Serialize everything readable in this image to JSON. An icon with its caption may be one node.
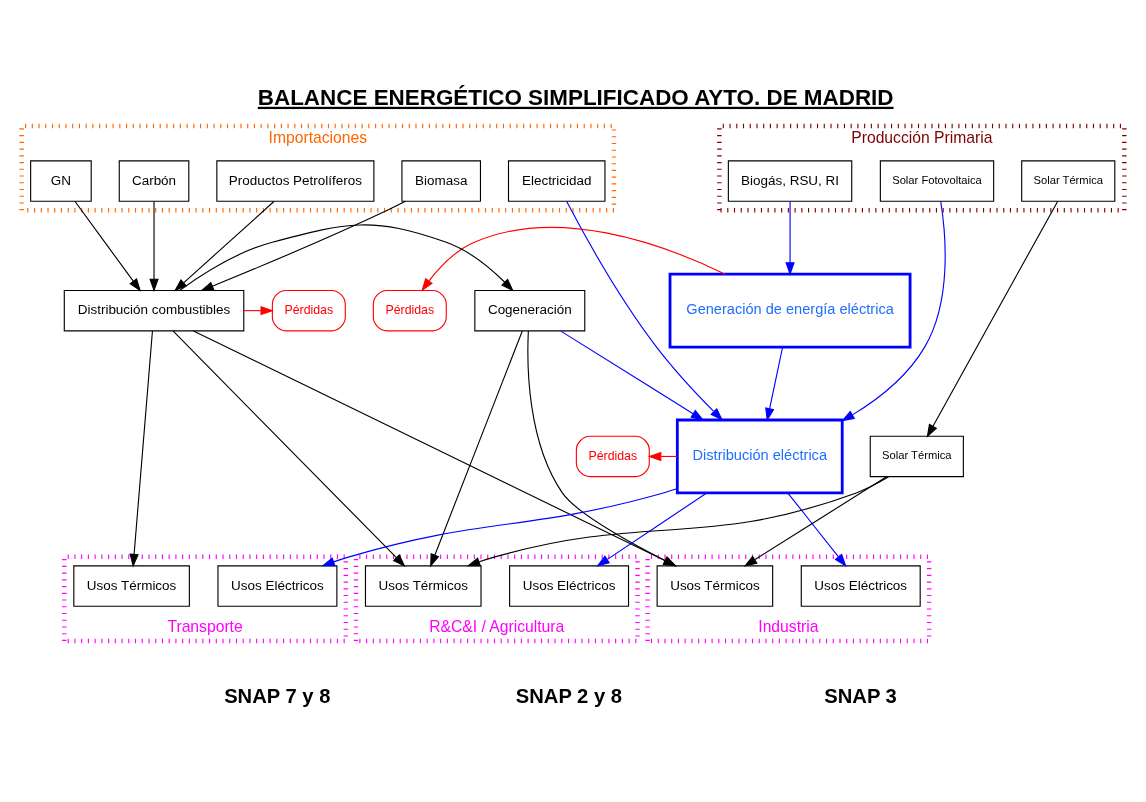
{
  "diagram": {
    "title": "BALANCE ENERGÉTICO SIMPLIFICADO AYTO. DE MADRID",
    "nodes": [
      {
        "text": [
          "Producción Primaria"
        ]
      },
      {
        "text": [
          "Biogás, RSU, RI"
        ],
        "in": 0
      },
      {
        "text": [
          "Solar Fotovoltaica"
        ],
        "in": 0
      },
      {
        "text": [
          "Solar Térmica"
        ],
        "in": 0
      },
      {
        "text": [
          "Importaciones"
        ]
      },
      {
        "text": [
          "Electricidad"
        ],
        "in": 4
      },
      {
        "text": [
          "Carbón"
        ],
        "in": 4
      },
      {
        "text": [
          "GN"
        ],
        "in": 4
      },
      {
        "text": [
          "Biomasa"
        ],
        "in": 4
      },
      {
        "text": [
          "Productos Petrolíferos"
        ],
        "in": 4
      },
      {
        "text": [
          "Pérdidas"
        ]
      },
      {
        "text": [
          "Generación de energía eléctrica"
        ]
      },
      {
        "text": [
          "Cogeneración"
        ]
      },
      {
        "text": [
          "Distribución combustibles"
        ]
      },
      {
        "text": [
          "Pérdidas"
        ]
      },
      {
        "text": [
          "Pérdidas"
        ]
      },
      {
        "text": [
          "Distribución eléctrica"
        ]
      },
      {
        "text": [
          "Solar Térmica"
        ]
      },
      {
        "text": [
          "Transporte"
        ]
      },
      {
        "text": [
          "Usos Eléctricos"
        ],
        "in": 18
      },
      {
        "text": [
          "Usos Térmicos"
        ],
        "in": 18
      },
      {
        "text": [
          "Industria"
        ]
      },
      {
        "text": [
          "Usos Eléctricos"
        ],
        "in": 21
      },
      {
        "text": [
          "Usos Térmicos"
        ],
        "in": 21
      },
      {
        "text": [
          "R&C&I / Agricultura"
        ]
      },
      {
        "text": [
          "Usos Eléctricos"
        ],
        "in": 24
      },
      {
        "text": [
          "Usos Térmicos"
        ],
        "in": 24
      }
    ],
    "edges": [
      {
        "from": 1,
        "to": 11,
        "arrow": "to",
        "color": "#0000ff"
      },
      {
        "from": 11,
        "to": 10,
        "arrow": "to",
        "color": "#ff0000"
      },
      {
        "from": 11,
        "to": 16,
        "arrow": "to",
        "color": "#0000ff"
      },
      {
        "from": 2,
        "to": 16,
        "arrow": "to",
        "color": "#0000ff"
      },
      {
        "from": 5,
        "to": 16,
        "arrow": "to",
        "color": "#0000ff"
      },
      {
        "from": 12,
        "to": 16,
        "arrow": "to",
        "color": "#0000ff"
      },
      {
        "from": 3,
        "to": 17,
        "arrow": "to"
      },
      {
        "from": 6,
        "to": 13,
        "arrow": "to"
      },
      {
        "from": 7,
        "to": 13,
        "arrow": "to"
      },
      {
        "from": 8,
        "to": 13,
        "arrow": "to"
      },
      {
        "from": 9,
        "to": 13,
        "arrow": "to"
      },
      {
        "from": 13,
        "to": 12,
        "arrow": "to"
      },
      {
        "from": 13,
        "to": 14,
        "arrow": "to",
        "color": "#ff0000"
      },
      {
        "from": 16,
        "to": 15,
        "arrow": "to",
        "color": "#ff0000"
      },
      {
        "from": 16,
        "to": 19,
        "arrow": "to",
        "color": "#0000ff"
      },
      {
        "from": 16,
        "to": 22,
        "arrow": "to",
        "color": "#0000ff"
      },
      {
        "from": 16,
        "to": 25,
        "arrow": "to",
        "color": "#0000ff"
      },
      {
        "from": 12,
        "to": 23,
        "arrow": "to"
      },
      {
        "from": 12,
        "to": 26,
        "arrow": "to"
      },
      {
        "from": 13,
        "to": 20,
        "arrow": "to"
      },
      {
        "from": 13,
        "to": 23,
        "arrow": "to"
      },
      {
        "from": 13,
        "to": 26,
        "arrow": "to"
      },
      {
        "from": 17,
        "to": 23,
        "arrow": "to"
      },
      {
        "from": 17,
        "to": 26,
        "arrow": "to"
      }
    ],
    "labels": [
      "SNAP 7 y 8",
      "SNAP 3",
      "SNAP 2 y 8"
    ]
  }
}
